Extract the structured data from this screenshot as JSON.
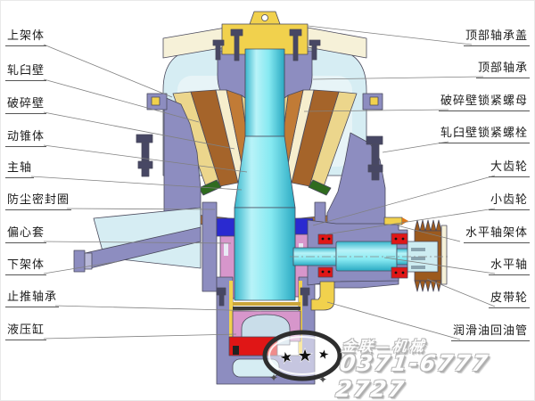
{
  "labels": {
    "left": [
      "上架体",
      "轧臼壁",
      "破碎壁",
      "动锥体",
      "主轴",
      "防尘密封圈",
      "偏心套",
      "下架体",
      "止推轴承",
      "液压缸"
    ],
    "right": [
      "顶部轴承盖",
      "顶部轴承",
      "破碎壁锁紧螺母",
      "轧臼壁锁紧螺栓",
      "大齿轮",
      "小齿轮",
      "水平轴架体",
      "水平轴",
      "皮带轮",
      "润滑油回油管"
    ]
  },
  "watermark": {
    "company_name": "金联—机械",
    "phone": "0371-6777 2727",
    "logo": "oval-three-star-badge",
    "logo_stars": [
      "★",
      "★",
      "★"
    ],
    "stamp_marks": [
      "✦",
      "✦"
    ]
  },
  "palette": {
    "body_blue": "#d6edf3",
    "body_light": "#e7f4f7",
    "frame_purple": "#8d8dc0",
    "shell_cream": "#f6f1d8",
    "cover_yellow": "#f1d14d",
    "crush_brown": "#a5642a",
    "mantle_brown": "#c17b36",
    "cone_beige": "#ecd68c",
    "gap_cream": "#f6eecd",
    "eccentric_pink": "#d796cb",
    "gear_blue": "#2a2ad0",
    "hydraulic_red": "#e01616",
    "seal_green": "#2f6b1f",
    "pulley_brown": "#9c5a1e",
    "bolt_gray": "#474764",
    "shaft_cyan": "#49cfe2",
    "leader_line": "#808080"
  }
}
